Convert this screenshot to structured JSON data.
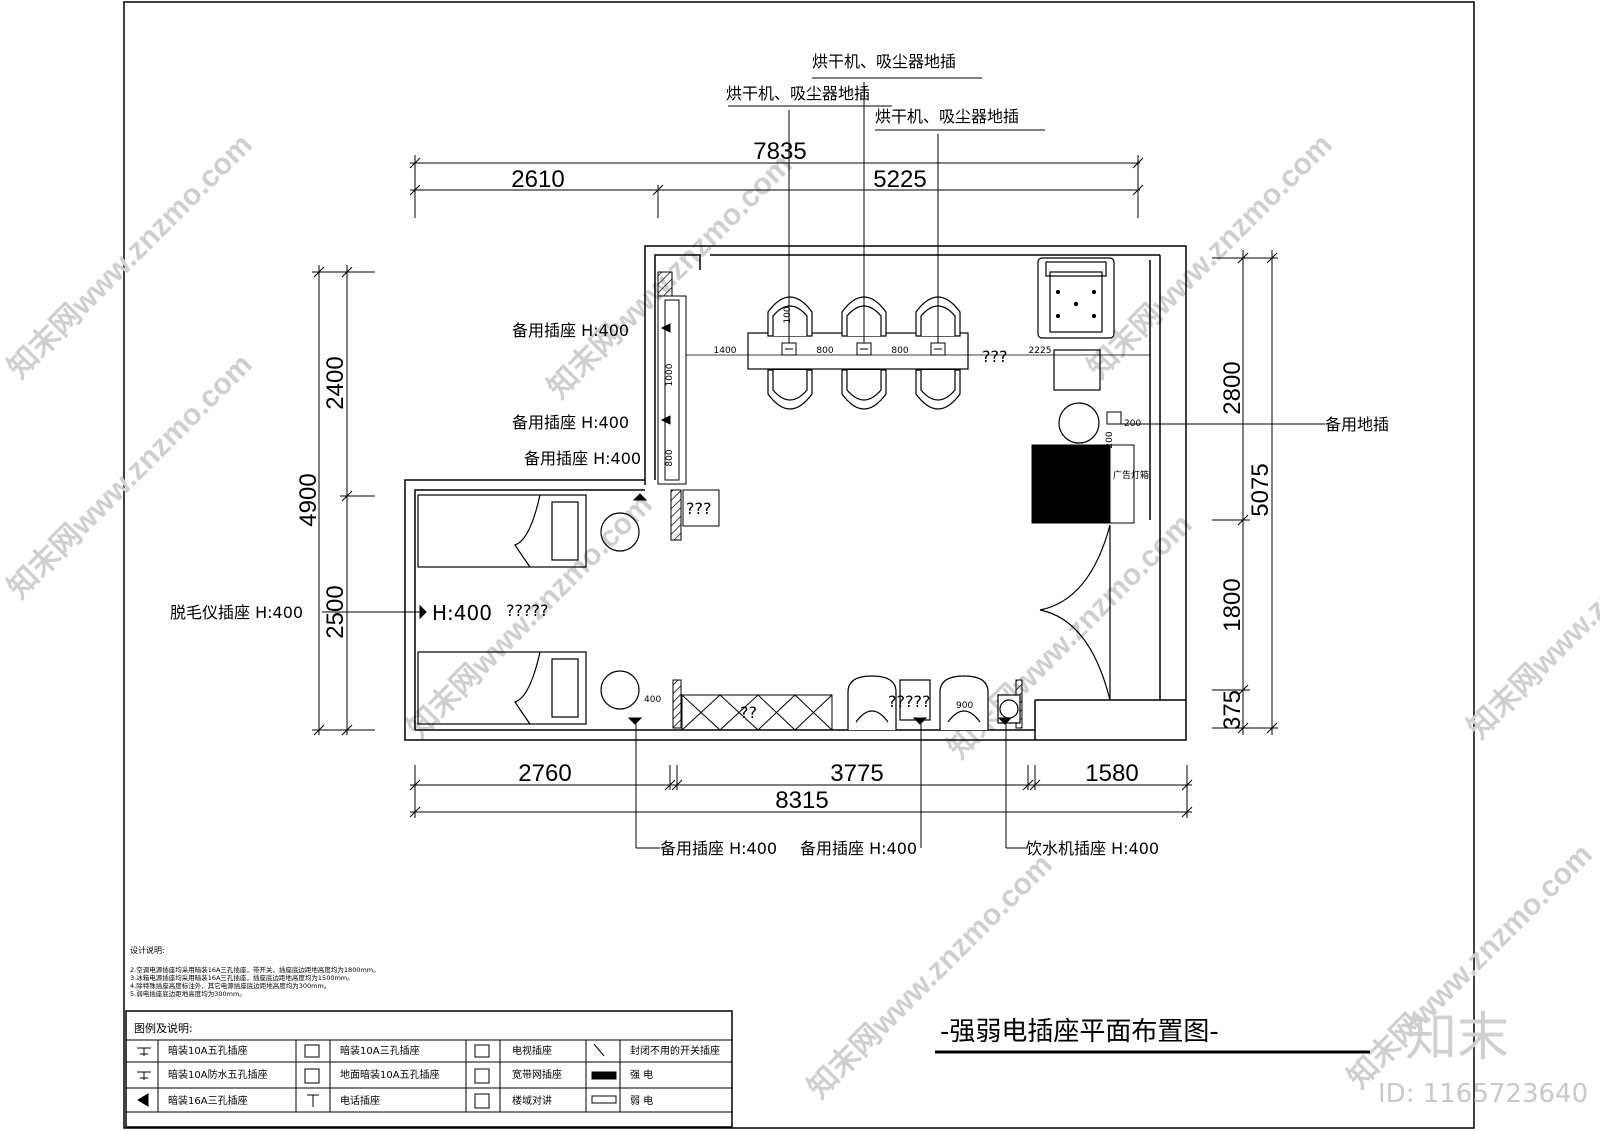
{
  "drawing": {
    "title": "-强弱电插座平面布置图-",
    "watermark_text": "知末网www.znzmo.com",
    "logo_text": "知末",
    "id_text": "ID: 1165723640"
  },
  "dimensions": {
    "top_total": "7835",
    "top_left": "2610",
    "top_right": "5225",
    "bottom_left": "2760",
    "bottom_mid": "3775",
    "bottom_right": "1580",
    "bottom_total": "8315",
    "left_total": "4900",
    "left_upper": "2400",
    "left_lower": "2500",
    "right_total": "5075",
    "right_upper": "2800",
    "right_mid": "1800",
    "right_lower": "375"
  },
  "inner_dims": {
    "d1400": "1400",
    "d800a": "800",
    "d800b": "800",
    "d2225": "2225",
    "d1000": "1000",
    "d800v": "800",
    "d200": "200",
    "d400": "400",
    "d900": "900",
    "d100": "100"
  },
  "labels": {
    "dryer1": "烘干机、吸尘器地插",
    "dryer2": "烘干机、吸尘器地插",
    "dryer3": "烘干机、吸尘器地插",
    "spare_socket_1": "备用插座 H:400",
    "spare_socket_2": "备用插座 H:400",
    "spare_socket_3": "备用插座 H:400",
    "spare_floor": "备用地插",
    "epilator": "脱毛仪插座 H:400",
    "h400": "H:400",
    "bottom_spare_1": "备用插座 H:400",
    "bottom_spare_2": "备用插座 H:400",
    "water_dispenser": "饮水机插座 H:400",
    "unknown_a": "???",
    "unknown_b": "???",
    "unknown_c": "?????",
    "unknown_d": "??",
    "unknown_e": "?????",
    "lightbox": "广告灯箱"
  },
  "notes": {
    "heading": "设计说明:",
    "lines": [
      "2.空调电源插座均采用暗装16A三孔插座，带开关，插座底边距地高度均为1800mm。",
      "3.冰箱电源插座均采用暗装16A三孔插座，插座底边距地高度均为1500mm。",
      "4.除特殊插座高度标注外，其它电源插座底边距地高度均为300mm。",
      "5.弱电插座底边距地高度均为300mm。"
    ]
  },
  "legend": {
    "heading": "图例及说明:",
    "rows": [
      [
        "暗装10A五孔插座",
        "暗装10A三孔插座",
        "电视插座",
        "封闭不用的开关插座"
      ],
      [
        "暗装10A防水五孔插座",
        "地面暗装10A五孔插座",
        "宽带网插座",
        "强  电"
      ],
      [
        "暗装16A三孔插座",
        "电话插座",
        "楼域对讲",
        "弱  电"
      ]
    ]
  }
}
